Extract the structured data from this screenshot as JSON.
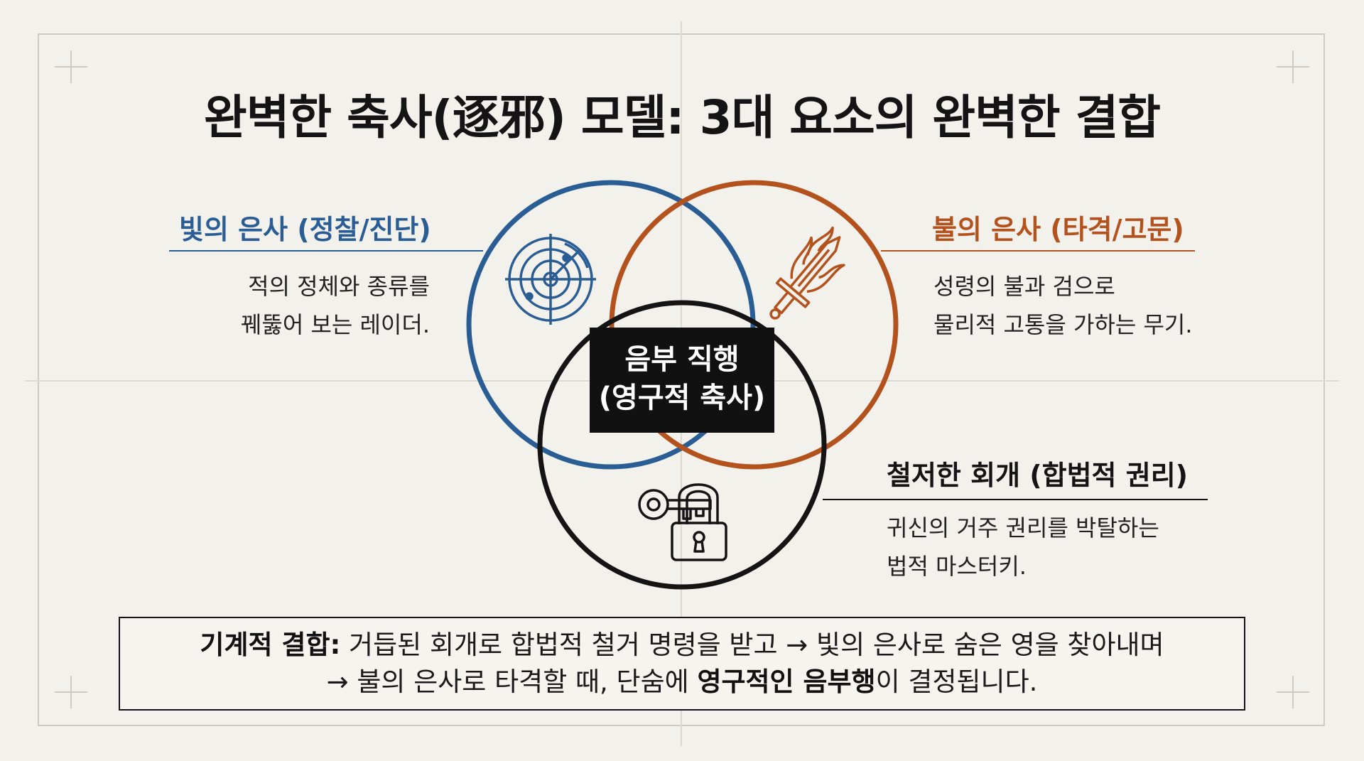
{
  "title": "완벽한 축사(逐邪) 모델: 3대 요소의 완벽한 결합",
  "light": {
    "heading": "빛의 은사 (정찰/진단)",
    "line1": "적의 정체와 종류를",
    "line2": "꿰뚫어 보는 레이더.",
    "color": "#2b5d95",
    "icon": "radar-icon"
  },
  "fire": {
    "heading": "불의 은사 (타격/고문)",
    "line1": "성령의 불과 검으로",
    "line2": "물리적 고통을 가하는 무기.",
    "color": "#b3521c",
    "icon": "flaming-sword-icon"
  },
  "contract": {
    "heading": "철저한 회개 (합법적 권리)",
    "line1": "귀신의 거주 권리를 박탈하는",
    "line2": "법적 마스터키.",
    "color": "#141414",
    "icon": "key-padlock-icon"
  },
  "center": {
    "line1": "음부 직행",
    "line2": "(영구적 축사)"
  },
  "summary": {
    "label": "기계적 결합:",
    "text1": " 거듭된 회개로 합법적 철거 명령을 받고 → 빛의 은사로 숨은 영을 찾아내며",
    "text2": "→ 불의 은사로 타격할 때, 단숨에 ",
    "emphasis": "영구적인 음부행",
    "text3": "이 결정됩니다."
  }
}
